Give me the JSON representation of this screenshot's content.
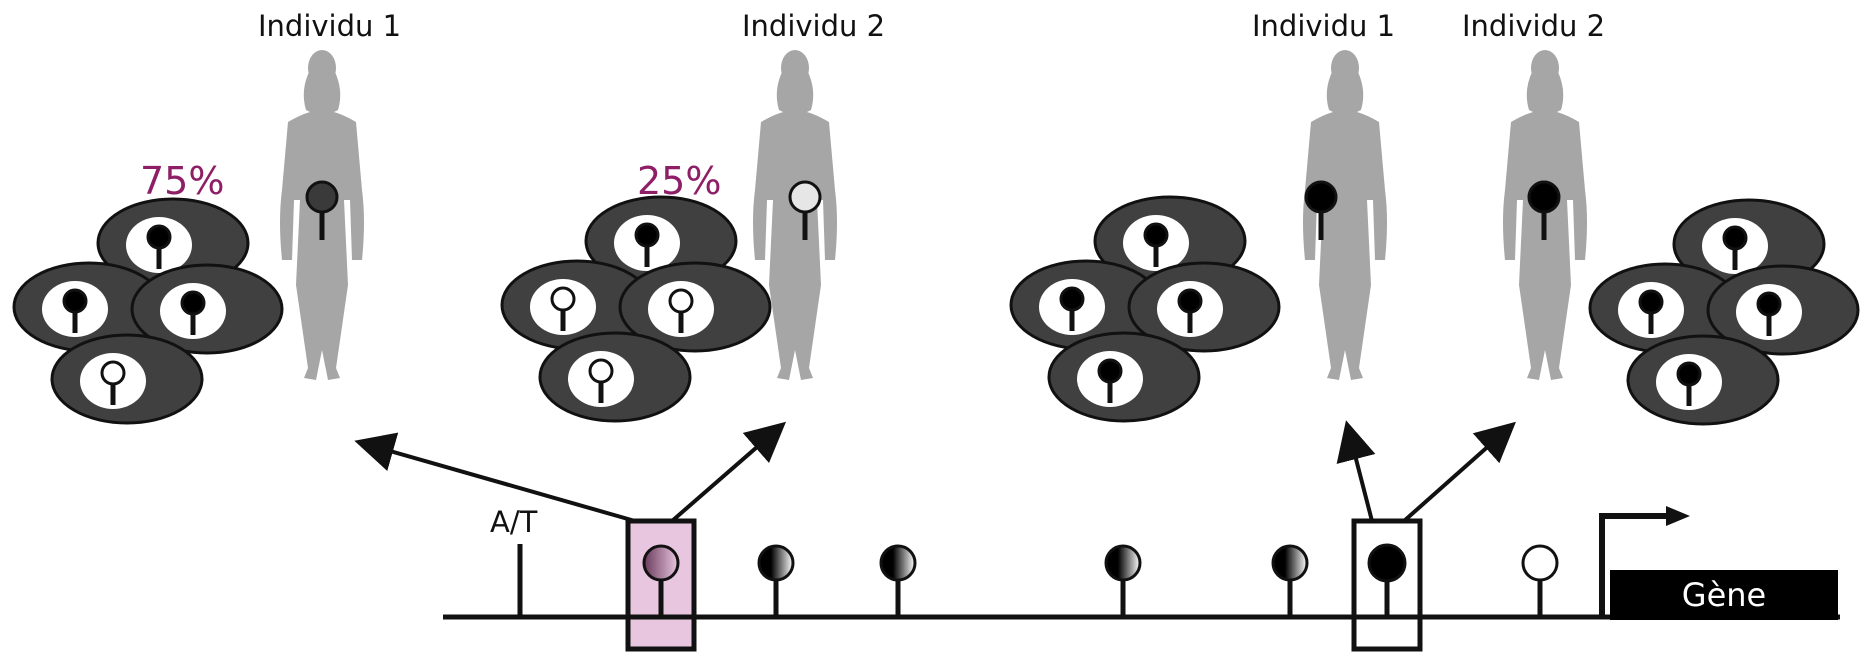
{
  "labels": {
    "individual_1": "Individu 1",
    "individual_2": "Individu 2",
    "snp": "A/T",
    "gene": "Gène"
  },
  "percentages": {
    "group1_individual1": "75%",
    "group1_individual2": "25%"
  },
  "colors": {
    "silhouette": "#a6a6a6",
    "cell_body": "#404040",
    "cell_nucleus": "#ffffff",
    "highlight_fill": "#e8c6e0",
    "percent_text": "#8e1f67",
    "methylated": "#000000",
    "unmethylated": "#ffffff"
  },
  "methylation_levels": {
    "group1_ind1_cells": [
      1,
      1,
      1,
      0
    ],
    "group1_ind2_cells": [
      1,
      0,
      0,
      0
    ],
    "group2_ind1_cells": [
      1,
      1,
      1,
      1
    ],
    "group2_ind2_cells": [
      1,
      1,
      1,
      1
    ]
  }
}
